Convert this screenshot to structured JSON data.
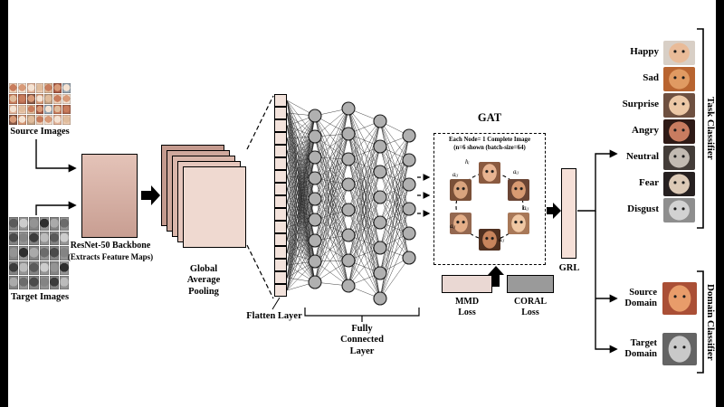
{
  "diagram": {
    "source_images_label": "Source Images",
    "target_images_label": "Target Images",
    "resnet_label_1": "ResNet-50 Backbone",
    "resnet_label_2": "(Extracts Feature Maps)",
    "gap_label": "Global Average Pooling",
    "flatten_label": "Flatten Layer",
    "fc_label": "Fully Connected Layer",
    "gat": {
      "title": "GAT",
      "subtitle_1": "Each Node= 1 Complete Image",
      "subtitle_2": "(n=6 shown (batch-size=64)",
      "node_label": "hᵢ",
      "attention_label": "aᵢⱼ"
    },
    "mmd_label": "MMD Loss",
    "coral_label": "CORAL Loss",
    "grl_label": "GRL",
    "task_classifier": {
      "bracket_label": "Task Classifier",
      "classes": [
        "Happy",
        "Sad",
        "Surprise",
        "Angry",
        "Neutral",
        "Fear",
        "Disgust"
      ]
    },
    "domain_classifier": {
      "bracket_label": "Domain Classifier",
      "classes": [
        "Source Domain",
        "Target Domain"
      ]
    },
    "structure": {
      "flatten_count": 16,
      "fc_layers": [
        9,
        8,
        8,
        6
      ],
      "gat_node_count": 6,
      "source_grid": {
        "rows": 4,
        "cols": 7
      },
      "target_grid": {
        "rows": 5,
        "cols": 6
      }
    },
    "colors": {
      "resnet_fill_top": "#e4c3b8",
      "resnet_fill_bottom": "#c89e92",
      "feature_maps": [
        "#c49a8e",
        "#cfa89c",
        "#dab6aa",
        "#e5c6bc",
        "#efd9d0"
      ],
      "flatten_fill": "#f3e3dc",
      "node_fill": "#b0b0b0",
      "grl_fill": "#f6e0d8",
      "mmd_fill": "#ead8d3",
      "coral_fill": "#9a9a9a"
    },
    "palettes": {
      "source_grid": [
        "#e3b49a",
        "#c87c5c",
        "#f0d2ba",
        "#a85a44",
        "#d89a78",
        "#eccab0",
        "#b46a50",
        "#f4e2d2",
        "#9aa8b4",
        "#c4a284",
        "#e0bc9c",
        "#8a5a48"
      ],
      "target_grid": [
        "#2e2e2e",
        "#5a5a5a",
        "#848484",
        "#aaaaaa",
        "#cccccc",
        "#3c3c3c",
        "#6c6c6c",
        "#949494",
        "#bcbcbc",
        "#4a4a4a"
      ],
      "gat_faces": [
        {
          "skin": "#e8b492",
          "bg": "#8a5a40"
        },
        {
          "skin": "#d89a72",
          "bg": "#6a4434"
        },
        {
          "skin": "#f0c8a4",
          "bg": "#a87858"
        },
        {
          "skin": "#c8845c",
          "bg": "#503020"
        },
        {
          "skin": "#e4ae88",
          "bg": "#946850"
        },
        {
          "skin": "#d9a47e",
          "bg": "#7a5038"
        }
      ],
      "task_faces": [
        {
          "skin": "#e9bb98",
          "bg": "#d8cfc6"
        },
        {
          "skin": "#e09a62",
          "bg": "#b86430"
        },
        {
          "skin": "#ecc8a6",
          "bg": "#6e5040"
        },
        {
          "skin": "#c87c60",
          "bg": "#2e1a16"
        },
        {
          "skin": "#c2bab2",
          "bg": "#433c38"
        },
        {
          "skin": "#dcc9b6",
          "bg": "#262020"
        },
        {
          "skin": "#d2d2d2",
          "bg": "#8e8e8e"
        }
      ],
      "domain_faces": [
        {
          "skin": "#e89c6a",
          "bg": "#aa4f36"
        },
        {
          "skin": "#c9c9c9",
          "bg": "#646464"
        }
      ]
    }
  }
}
